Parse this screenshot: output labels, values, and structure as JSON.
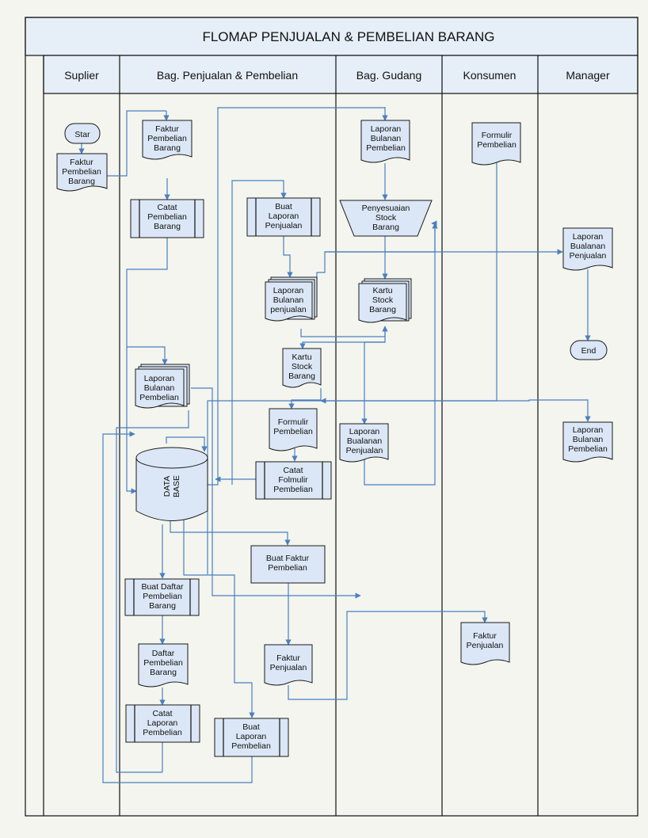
{
  "title": "FLOMAP PENJUALAN & PEMBELIAN BARANG",
  "lanes": [
    {
      "id": "suplier",
      "label": "Suplier"
    },
    {
      "id": "penjualan",
      "label": "Bag. Penjualan & Pembelian"
    },
    {
      "id": "gudang",
      "label": "Bag. Gudang"
    },
    {
      "id": "konsumen",
      "label": "Konsumen"
    },
    {
      "id": "manager",
      "label": "Manager"
    }
  ],
  "nodes": [
    {
      "id": "star",
      "shape": "terminal",
      "text": [
        "Star"
      ]
    },
    {
      "id": "faktur-pembelian-suplier",
      "shape": "document",
      "text": [
        "Faktur",
        "Pembelian",
        "Barang"
      ]
    },
    {
      "id": "faktur-pembelian",
      "shape": "document",
      "text": [
        "Faktur",
        "Pembelian",
        "Barang"
      ]
    },
    {
      "id": "catat-pembelian",
      "shape": "process",
      "text": [
        "Catat",
        "Pembelian",
        "Barang"
      ]
    },
    {
      "id": "buat-laporan-penjualan",
      "shape": "process",
      "text": [
        "Buat",
        "Laporan",
        "Penjualan"
      ]
    },
    {
      "id": "laporan-bulanan-penjualan-multi",
      "shape": "multidoc",
      "text": [
        "Laporan",
        "Bulanan",
        "penjualan"
      ]
    },
    {
      "id": "kartu-stock-penjualan",
      "shape": "document",
      "text": [
        "Kartu",
        "Stock",
        "Barang"
      ]
    },
    {
      "id": "laporan-bulanan-pembelian-multi",
      "shape": "multidoc",
      "text": [
        "Laporan",
        "Bulanan",
        "Pembelian"
      ]
    },
    {
      "id": "formulir-pembelian-penjualan",
      "shape": "document",
      "text": [
        "Formulir",
        "Pembelian"
      ]
    },
    {
      "id": "database",
      "shape": "database",
      "text": [
        "DATA",
        "BASE"
      ]
    },
    {
      "id": "catat-formulir",
      "shape": "process",
      "text": [
        "Catat",
        "Folmulir",
        "Pembelian"
      ]
    },
    {
      "id": "buat-faktur-penjualan",
      "shape": "process",
      "text": [
        "Buat Faktur",
        "Pembelian"
      ]
    },
    {
      "id": "buat-daftar-pembelian",
      "shape": "process",
      "text": [
        "Buat Daftar",
        "Pembelian",
        "Barang"
      ]
    },
    {
      "id": "faktur-penjualan",
      "shape": "document",
      "text": [
        "Faktur",
        "Penjualan"
      ]
    },
    {
      "id": "daftar-pembelian",
      "shape": "document",
      "text": [
        "Daftar",
        "Pembelian",
        "Barang"
      ]
    },
    {
      "id": "catat-laporan-pembelian",
      "shape": "process",
      "text": [
        "Catat",
        "Laporan",
        "Pembelian"
      ]
    },
    {
      "id": "buat-laporan-pembelian",
      "shape": "process",
      "text": [
        "Buat",
        "Laporan",
        "Pembelian"
      ]
    },
    {
      "id": "laporan-bulanan-pembelian-gudang",
      "shape": "document",
      "text": [
        "Laporan",
        "Bulanan",
        "Pembelian"
      ]
    },
    {
      "id": "penyesuaian-stock",
      "shape": "manual",
      "text": [
        "Penyesuaian",
        "Stock",
        "Barang"
      ]
    },
    {
      "id": "kartu-stock-gudang",
      "shape": "multidoc",
      "text": [
        "Kartu",
        "Stock",
        "Barang"
      ]
    },
    {
      "id": "laporan-bulanan-penjualan-gudang",
      "shape": "document",
      "text": [
        "Laporan",
        "Bualanan",
        "Penjualan"
      ]
    },
    {
      "id": "formulir-pembelian-konsumen",
      "shape": "document",
      "text": [
        "Formulir",
        "Pembelian"
      ]
    },
    {
      "id": "faktur-penjualan-konsumen",
      "shape": "document",
      "text": [
        "Faktur",
        "Penjualan"
      ]
    },
    {
      "id": "laporan-bualanan-penjualan-manager",
      "shape": "document",
      "text": [
        "Laporan",
        "Bualanan",
        "Penjualan"
      ]
    },
    {
      "id": "end",
      "shape": "terminal",
      "text": [
        "End"
      ]
    },
    {
      "id": "laporan-bulanan-pembelian-manager",
      "shape": "document",
      "text": [
        "Laporan",
        "Bulanan",
        "Pembelian"
      ]
    }
  ],
  "colors": {
    "shape_fill": "#dbe7f6",
    "connector": "#4a7fc0",
    "header_fill": "#e6eff8",
    "line": "#111111"
  }
}
